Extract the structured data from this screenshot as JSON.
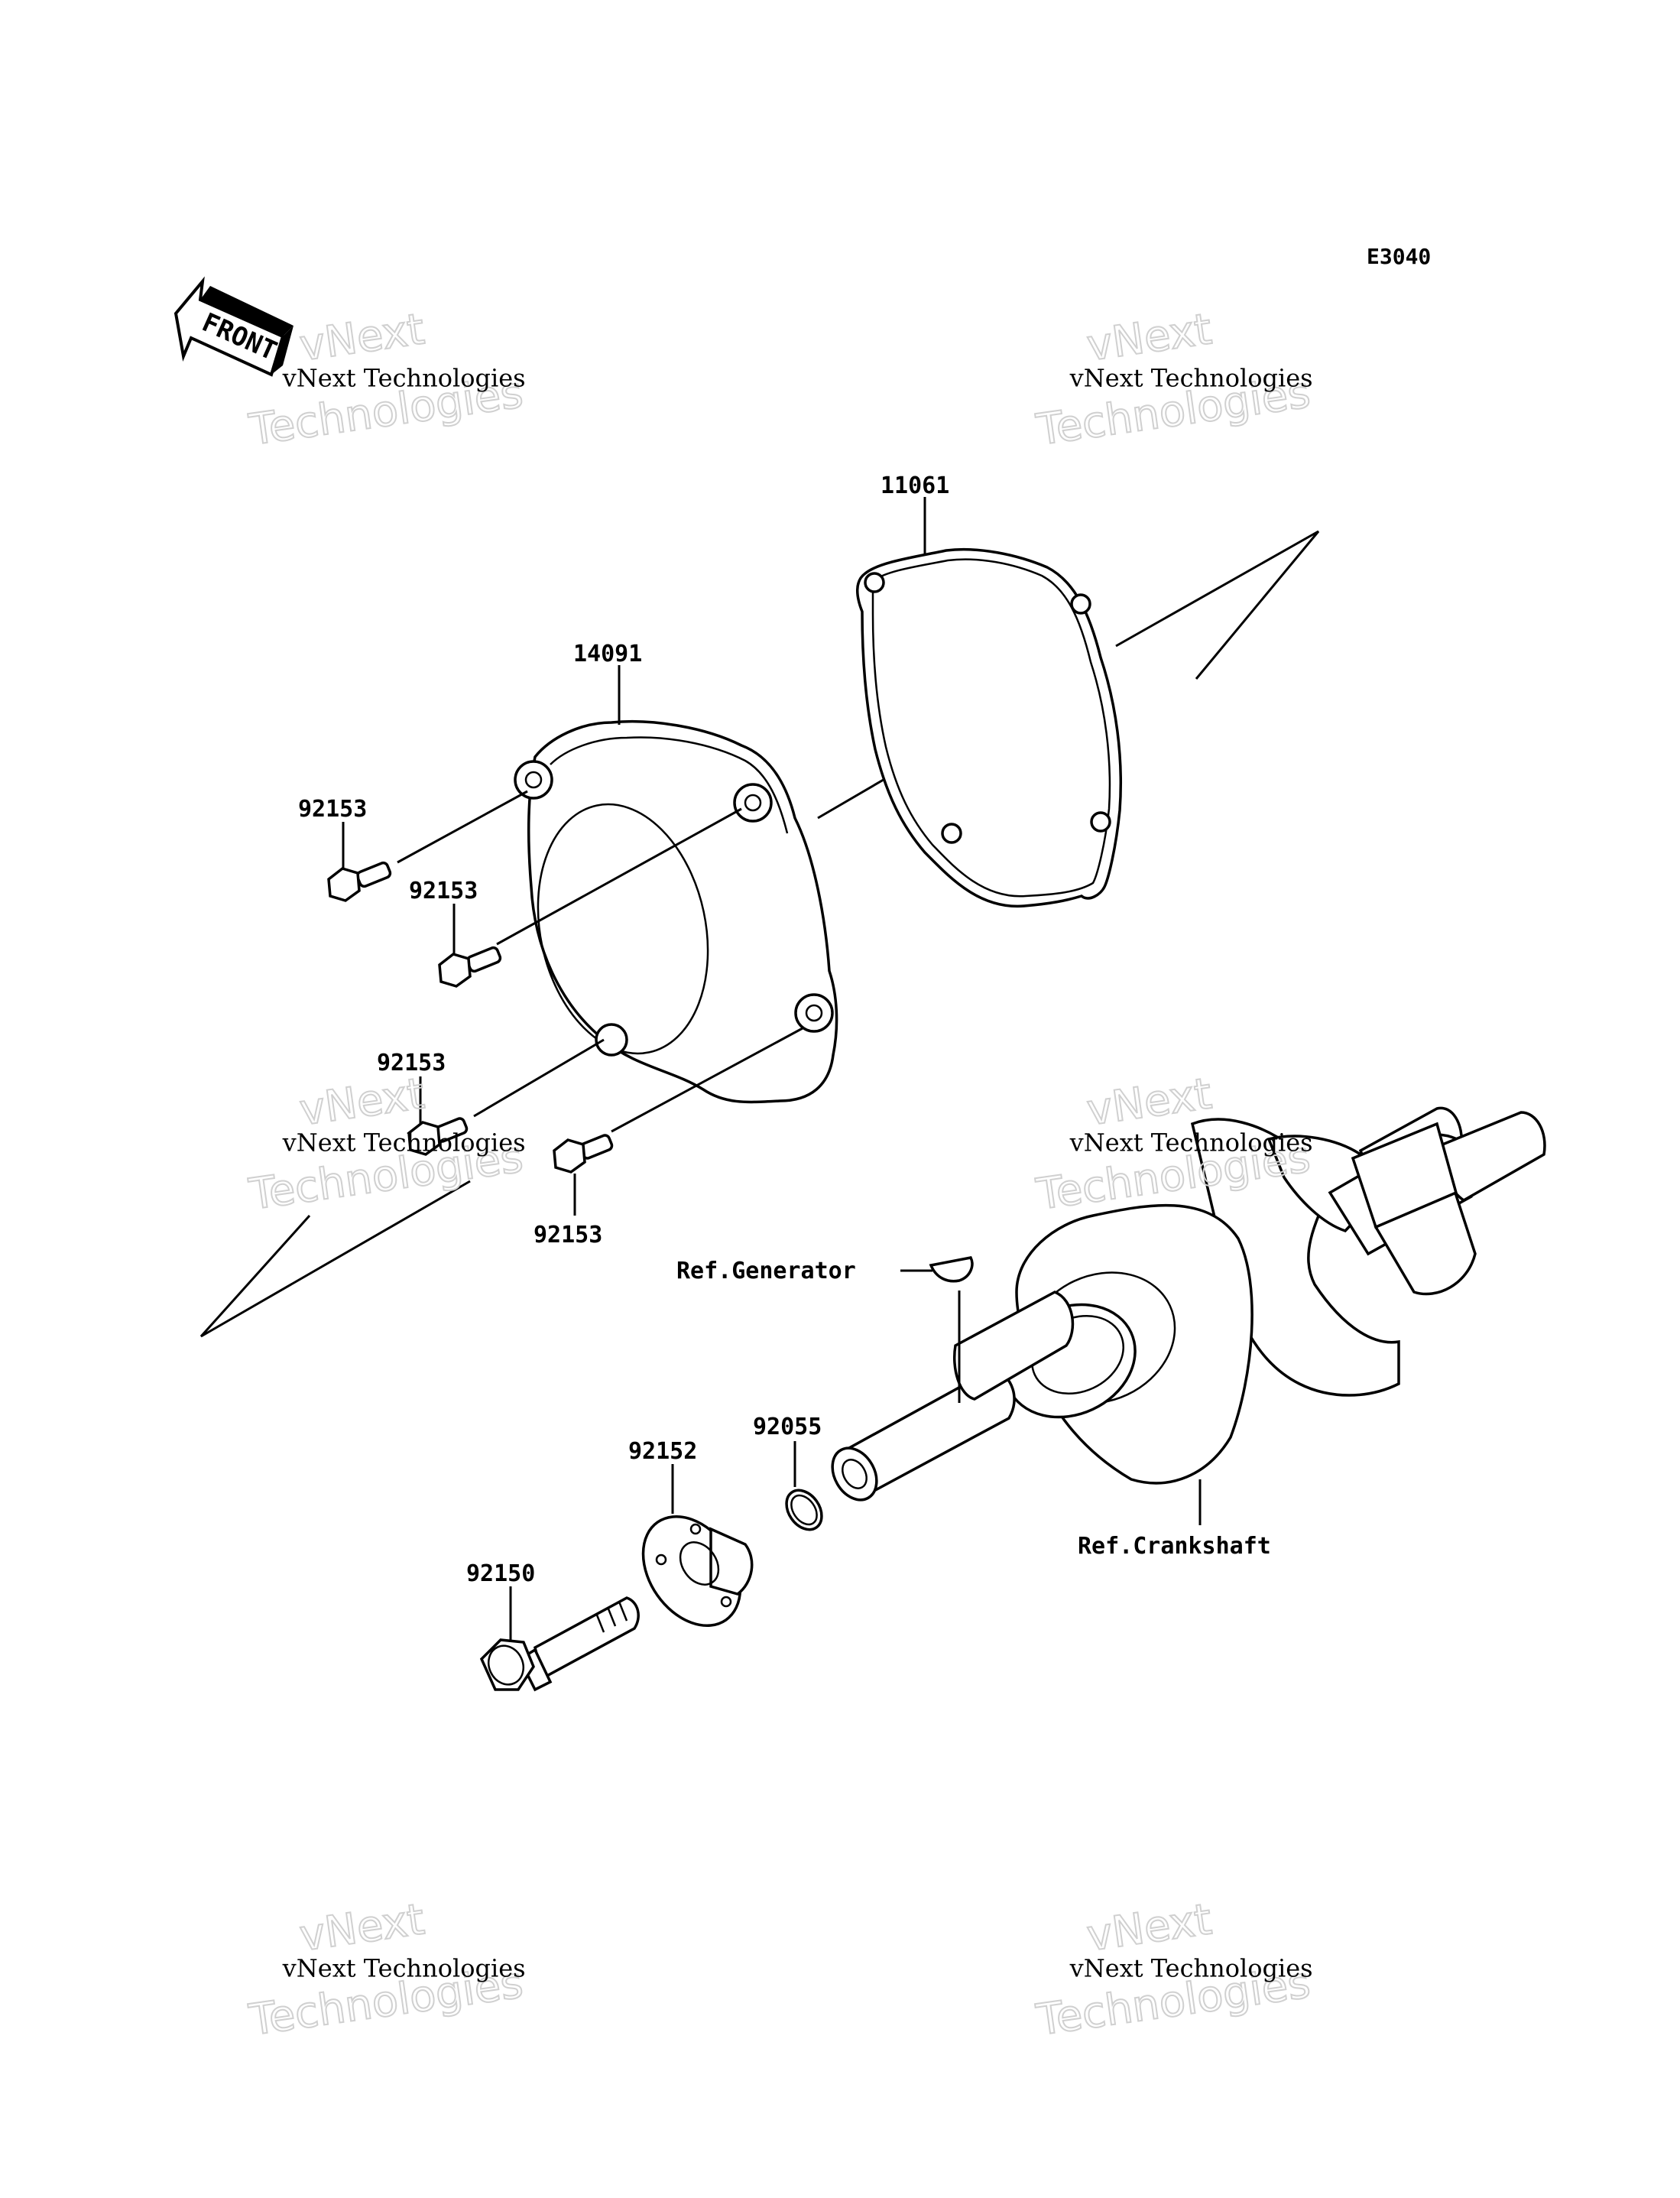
{
  "diagram_code": "E3040",
  "front_label": "FRONT",
  "watermark": {
    "line1": "vNext Technologies",
    "outline_top": "vNext",
    "outline_bottom": "Technologies"
  },
  "parts": {
    "gasket": "11061",
    "cover": "14091",
    "bolt_a": "92153",
    "bolt_b": "92153",
    "bolt_c": "92153",
    "bolt_d": "92153",
    "o_ring": "92055",
    "washer": "92152",
    "main_bolt": "92150"
  },
  "refs": {
    "generator": "Ref.Generator",
    "crankshaft": "Ref.Crankshaft"
  }
}
